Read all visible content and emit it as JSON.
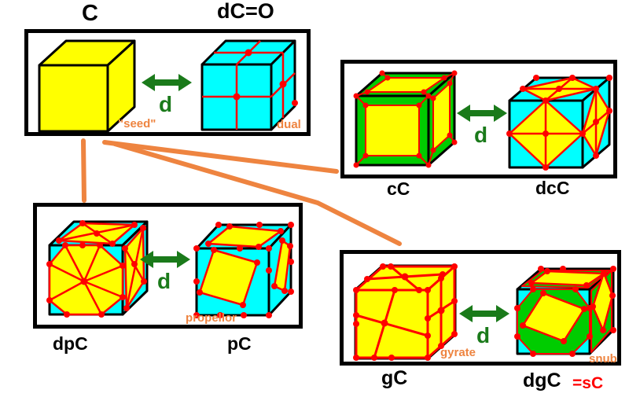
{
  "colors": {
    "background": "#ffffff",
    "yellow_face": "#ffff00",
    "cyan_face": "#00ffff",
    "green_face": "#00cc00",
    "edge_red": "#ff0000",
    "arrow_green": "#1a7a1a",
    "orange": "#ee8440",
    "label_black": "#000000",
    "sc_label_red": "#ff0000"
  },
  "header": {
    "seed_label": "C",
    "dual_label": "dC=O"
  },
  "arrow": {
    "label": "d"
  },
  "panels": {
    "seed_dual": {
      "seed_annotation": "\"seed\"",
      "dual_annotation": "dual"
    },
    "chamfer": {
      "left_label": "cC",
      "right_label": "dcC"
    },
    "propeller": {
      "left_label": "dpC",
      "right_label": "pC",
      "annotation": "propellor"
    },
    "gyro": {
      "left_label": "gC",
      "right_label": "dgC",
      "right_label_suffix": "=sC",
      "gyrate_annotation": "gyrate",
      "snub_annotation": "snub"
    }
  }
}
